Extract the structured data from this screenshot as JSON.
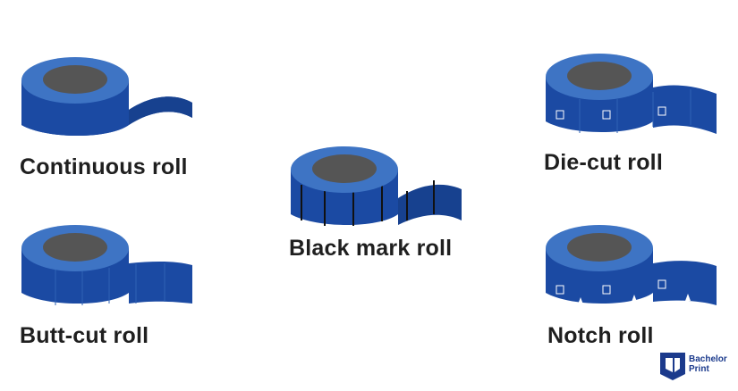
{
  "rolls": [
    {
      "label": "Continuous roll"
    },
    {
      "label": "Black mark roll"
    },
    {
      "label": "Die-cut roll"
    },
    {
      "label": "Butt-cut roll"
    },
    {
      "label": "Notch roll"
    }
  ],
  "logo": {
    "line1": "Bachelor",
    "line2": "Print",
    "icon": "bachelorprint-logo-icon"
  },
  "colors": {
    "roll_blue": "#1b4aa3",
    "roll_rim": "#3e74c4",
    "roll_core": "#555555",
    "label_text": "#1f1f1f",
    "brand": "#1b3a8c"
  }
}
